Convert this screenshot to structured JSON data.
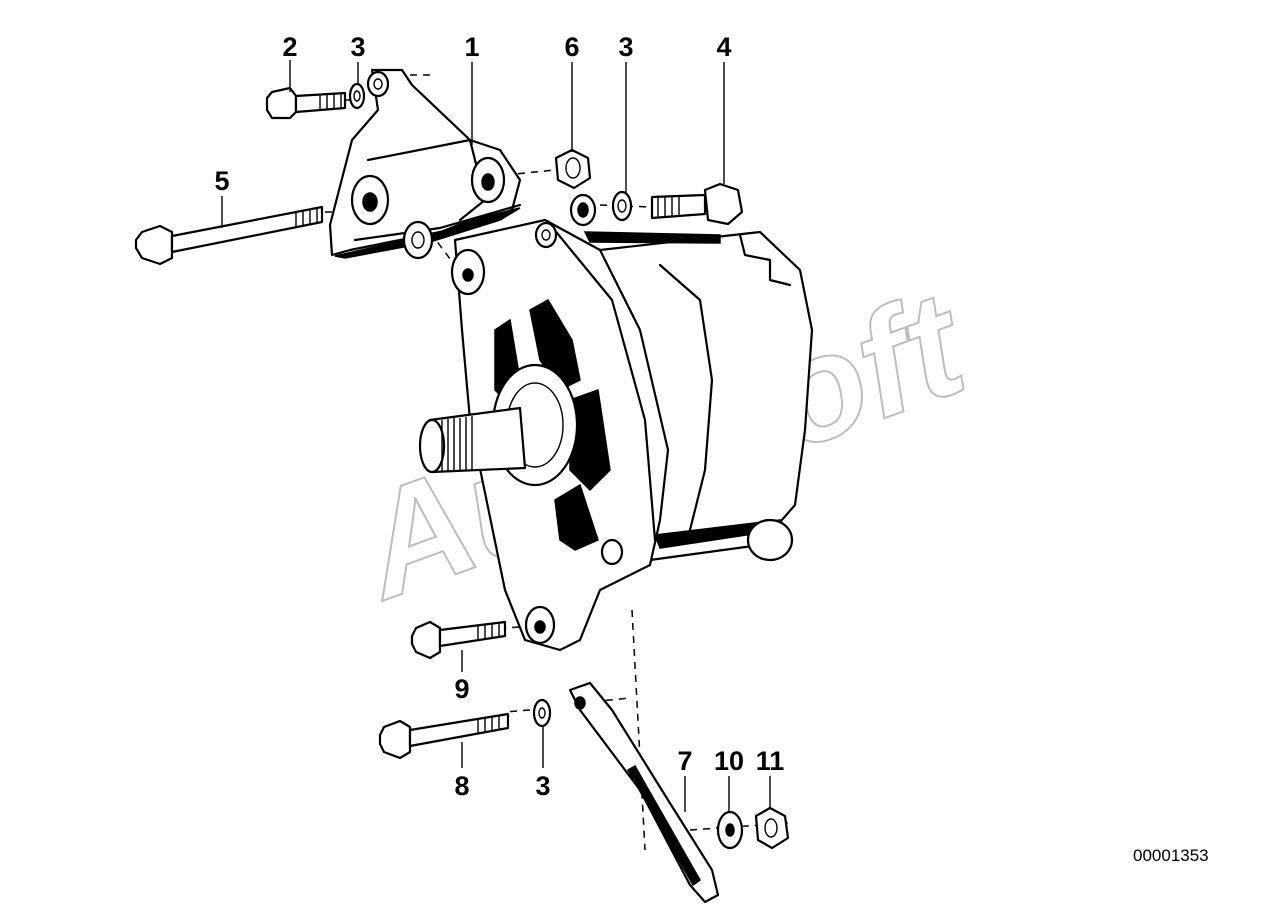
{
  "diagram": {
    "callouts": [
      {
        "id": "c1",
        "text": "1"
      },
      {
        "id": "c2",
        "text": "2"
      },
      {
        "id": "c3a",
        "text": "3"
      },
      {
        "id": "c3b",
        "text": "3"
      },
      {
        "id": "c3c",
        "text": "3"
      },
      {
        "id": "c4",
        "text": "4"
      },
      {
        "id": "c5",
        "text": "5"
      },
      {
        "id": "c6",
        "text": "6"
      },
      {
        "id": "c7",
        "text": "7"
      },
      {
        "id": "c8",
        "text": "8"
      },
      {
        "id": "c9",
        "text": "9"
      },
      {
        "id": "c10",
        "text": "10"
      },
      {
        "id": "c11",
        "text": "11"
      }
    ],
    "reference_number": "00001353",
    "watermark": "AutoSoft"
  }
}
